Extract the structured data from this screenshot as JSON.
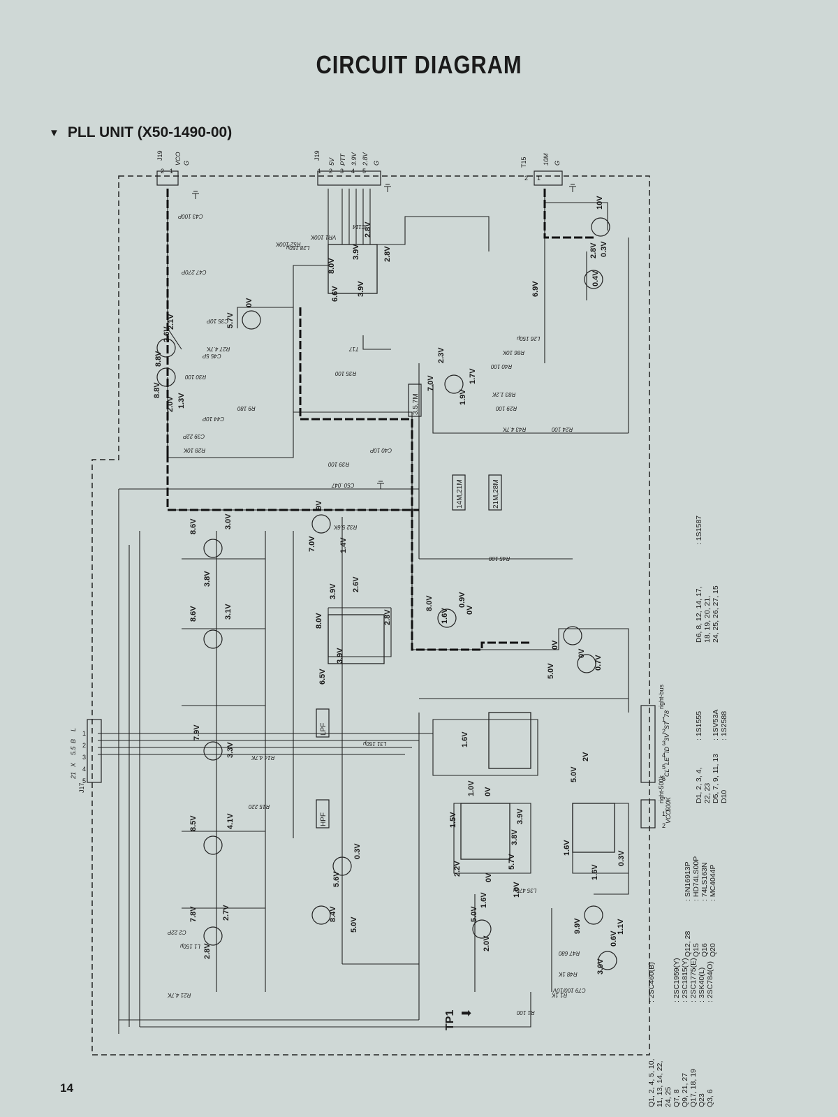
{
  "page": {
    "title": "CIRCUIT DIAGRAM",
    "section": "PLL UNIT (X50-1490-00)",
    "page_number": "14"
  },
  "test_point": {
    "label": "TP1"
  },
  "connectors": [
    {
      "id": "J19",
      "pins": [
        "2",
        "1"
      ],
      "signals": [
        "VCO",
        "G"
      ]
    },
    {
      "id": "J19",
      "pins": [
        "1",
        "2",
        "3",
        "4",
        "5"
      ],
      "signals": [
        "5V",
        "PTT",
        "3.9V",
        "2.8V",
        "G"
      ]
    },
    {
      "id": "T15",
      "pins": [
        "2",
        "1"
      ],
      "signals": [
        "10M",
        "G"
      ]
    },
    {
      "id": "J17",
      "pins": [
        "1",
        "2",
        "3",
        "4",
        "5"
      ],
      "signals": [
        "L",
        "B",
        "5.5",
        "X",
        "21"
      ]
    },
    {
      "id": "right-bus",
      "pins": [
        "1",
        "2",
        "3",
        "4",
        "5",
        "6"
      ],
      "signals": [
        "78",
        "ST",
        "3V",
        "ID",
        "LE",
        "CL"
      ]
    },
    {
      "id": "right-500k",
      "pins": [
        "1",
        "2"
      ],
      "signals": [
        "500K",
        "VCO"
      ]
    }
  ],
  "voltages": [
    "8.8V",
    "2.6V",
    "2.1V",
    "5.7V",
    "0V",
    "8.8V",
    "2.0V",
    "1.3V",
    "6.6V",
    "8.0V",
    "3.9V",
    "3.9V",
    "2.8V",
    "2.8V",
    "2.3V",
    "7.0V",
    "1.9V",
    "1.7V",
    "6.9V",
    "10V",
    "2.8V",
    "0.3V",
    "0.4V",
    "8.6V",
    "3.0V",
    "3.8V",
    "8.6V",
    "3.1V",
    "7.9V",
    "3.3V",
    "8.5V",
    "4.1V",
    "7.8V",
    "2.7V",
    "2.8V",
    "9V",
    "7.0V",
    "1.4V",
    "3.9V",
    "2.6V",
    "8.0V",
    "6.5V",
    "3.9V",
    "2.8V",
    "8.0V",
    "1.6V",
    "0.9V",
    "0V",
    "0V",
    "0V",
    "0.7V",
    "5.0V",
    "1.6V",
    "1.0V",
    "0V",
    "5.0V",
    "2V",
    "1.5V",
    "3.8V",
    "3.9V",
    "1.6V",
    "1.6V",
    "0.3V",
    "2.2V",
    "5.0V",
    "2.0V",
    "1.6V",
    "0V",
    "5.7V",
    "1.0V",
    "0.3V",
    "5.6V",
    "8.4V",
    "5.0V",
    "9.9V",
    "1.1V",
    "0.6V",
    "3.0V"
  ],
  "blocks": [
    "3.5,7M",
    "14M,21M",
    "21M,28M",
    "LPF",
    "HPF"
  ],
  "components": [
    "R52 100K",
    "VR1 100K",
    "C114",
    "T17",
    "L28 150μ",
    "C43 100P",
    "C47 270P",
    "R30 100",
    "R28 10K",
    "C39 22P",
    "C44 10P",
    "C45 5P",
    "R27 4.7K",
    "R29 100",
    "R45 100",
    "R43 4.7K",
    "R24 100",
    "C40 10P",
    "C35 10P",
    "R9 180",
    "R14 4.7K",
    "R15 220",
    "R21 4.7K",
    "C2 22P",
    "L1 150μ",
    "R1 100",
    "R1 1K",
    "R48 1K",
    "R47 680",
    "C79 100/10V",
    "L35 470μ",
    "R83 1.2K",
    "R86 10K",
    "L26 150μ",
    "R40 100",
    "R35 100",
    "R39 100",
    "C50 .047",
    "R32 5.6K",
    "L31 150μ"
  ],
  "legend": {
    "transistors": [
      {
        "refs": "Q1, 2, 4, 5, 10,\n11, 13, 14, 22,\n24, 25",
        "part": ": 2SC460(B)"
      },
      {
        "refs": "Q7, 8",
        "part": ": 2SC1959(Y)"
      },
      {
        "refs": "Q9, 21, 27",
        "part": ": 2SC1815(Y)"
      },
      {
        "refs": "Q17, 18, 19",
        "part": ": 2SC1775(E)"
      },
      {
        "refs": "Q23",
        "part": ": 3SK40(L)"
      },
      {
        "refs": "Q3, 6",
        "part": ": 2SC784(O)"
      }
    ],
    "ics": [
      {
        "refs": "Q12, 28",
        "part": ": SN16913P"
      },
      {
        "refs": "Q15",
        "part": ": HD74LS00P"
      },
      {
        "refs": "Q16",
        "part": ": 74LS163N"
      },
      {
        "refs": "Q20",
        "part": ": MC4044P"
      }
    ],
    "diodes": [
      {
        "refs": "D1, 2, 3, 4,\n22, 23",
        "part": ": 1S1555"
      },
      {
        "refs": "D5, 7, 9, 11, 13",
        "part": ": 1SV53A"
      },
      {
        "refs": "D10",
        "part": ": 1S2588"
      },
      {
        "refs": "D6, 8, 12, 14, 17,\n18, 19, 20, 21,\n24, 25, 26, 27, 15",
        "part": ": 1S1587"
      }
    ]
  }
}
